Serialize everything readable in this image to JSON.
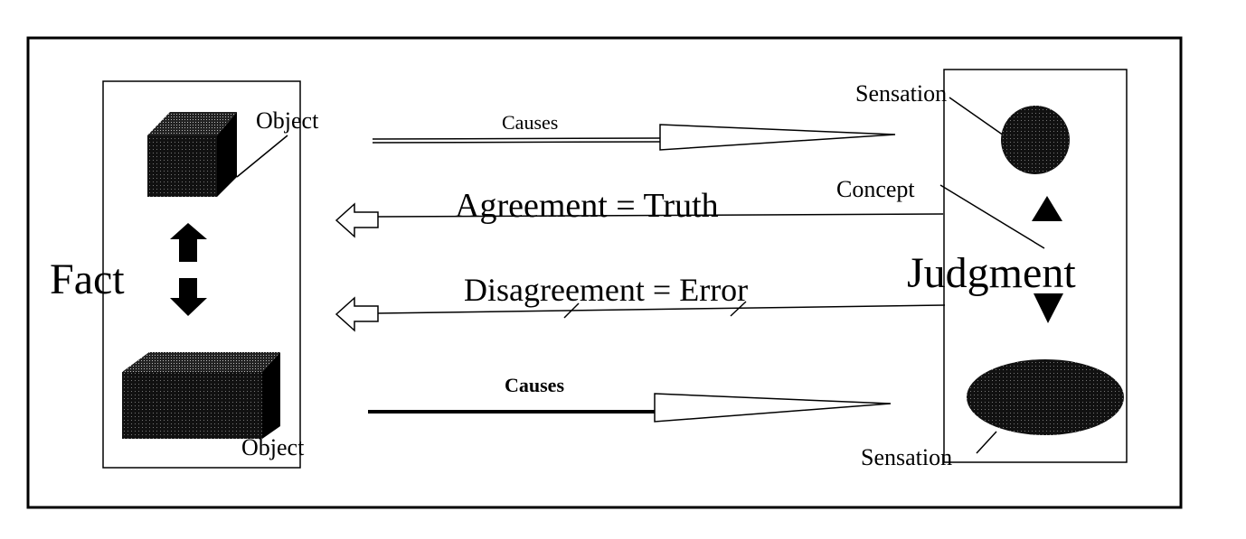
{
  "diagram": {
    "left_box": {
      "title": "Fact",
      "top_object_label": "Object",
      "bottom_object_label": "Object"
    },
    "right_box": {
      "title": "Judgment",
      "top_sensation_label": "Sensation",
      "concept_label": "Concept",
      "bottom_sensation_label": "Sensation"
    },
    "arrows": {
      "top_causes": "Causes",
      "agreement": "Agreement = Truth",
      "disagreement": "Disagreement = Error",
      "bottom_causes": "Causes"
    },
    "colors": {
      "ink": "#000000",
      "paper": "#ffffff"
    }
  }
}
